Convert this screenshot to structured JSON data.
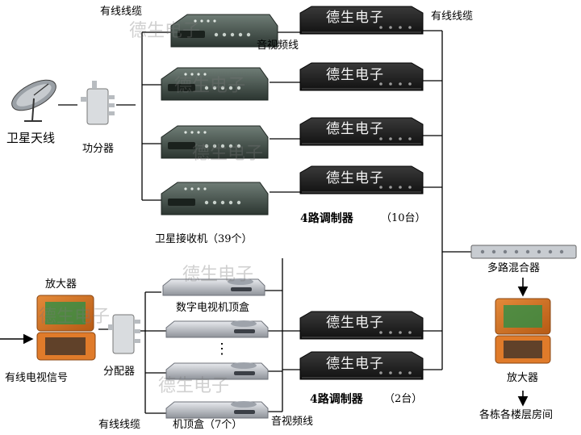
{
  "labels": {
    "satellite_antenna": "卫星天线",
    "power_divider": "功分器",
    "cable_top_left": "有线线缆",
    "av_cable_top": "音视频线",
    "cable_top_right": "有线线缆",
    "satellite_receiver": "卫星接收机（39个）",
    "modulator_group_1": "4路调制器",
    "modulator_group_1_count": "（10台）",
    "multi_mixer": "多路混合器",
    "amplifier_left": "放大器",
    "digital_tv_stb": "数字电视机顶盒",
    "cable_tv_signal": "有线电视信号",
    "splitter": "分配器",
    "modulator_group_2": "4路调制器",
    "modulator_group_2_count": "（2台）",
    "amplifier_right": "放大器",
    "building_rooms": "各栋各楼层房间",
    "cable_bottom": "有线线缆",
    "stb_count": "机顶盒（7个）",
    "av_cable_bottom": "音视频线",
    "ellipsis": "⋮"
  },
  "watermark": "德生电子",
  "modulator_brand": "德生电子",
  "colors": {
    "line": "#000000",
    "receiver_body": "#3d4a44",
    "modulator_body": "#1e1e1e",
    "stb_body": "#b9bcc2",
    "amp_body": "#d2731f"
  },
  "icons": {
    "antenna": "satellite-dish-icon",
    "divider": "power-divider-icon",
    "amplifier": "amplifier-box-icon",
    "mixer": "mixer-rack-icon",
    "arrow": "arrow-icon"
  }
}
